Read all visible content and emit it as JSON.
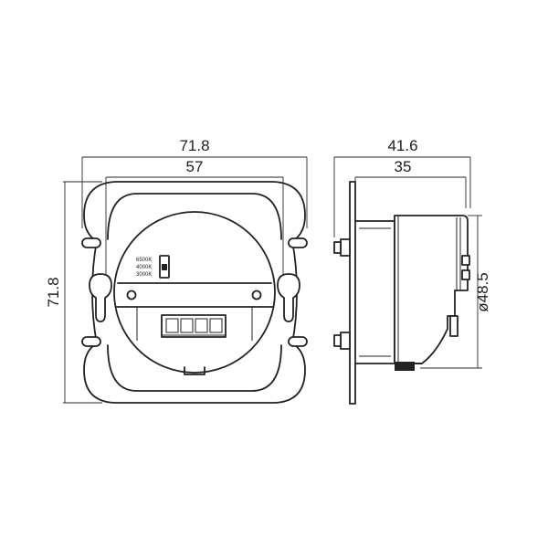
{
  "front_view": {
    "dimensions": {
      "overall_width": "71.8",
      "inner_width": "57",
      "overall_height": "71.8"
    },
    "cct_labels": [
      "6500K",
      "4000K",
      "3000K"
    ]
  },
  "side_view": {
    "dimensions": {
      "overall_depth": "41.6",
      "body_depth": "35",
      "diameter": "ø48.5"
    }
  },
  "colors": {
    "line": "#222222",
    "background": "#ffffff"
  }
}
